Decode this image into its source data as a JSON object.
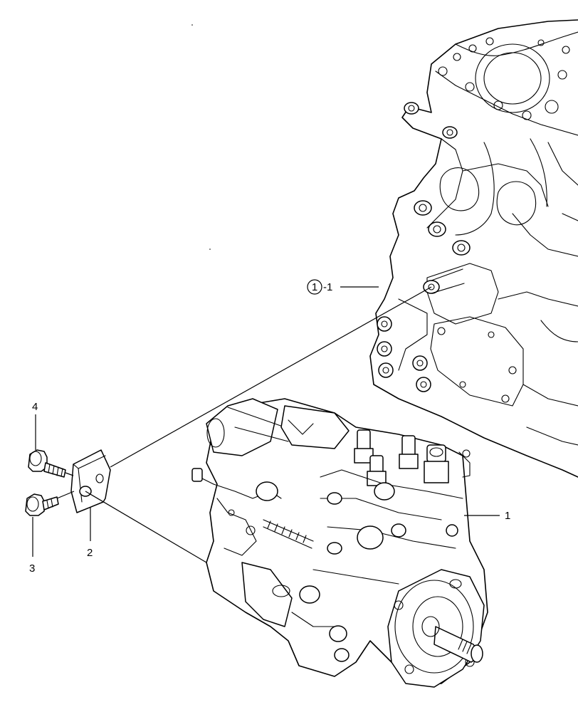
{
  "callouts": {
    "engine_block_ref_circle": "1",
    "engine_block_ref_suffix": "-1",
    "injection_pump": "1",
    "bracket": "2",
    "bolt_lower": "3",
    "bolt_upper": "4"
  }
}
